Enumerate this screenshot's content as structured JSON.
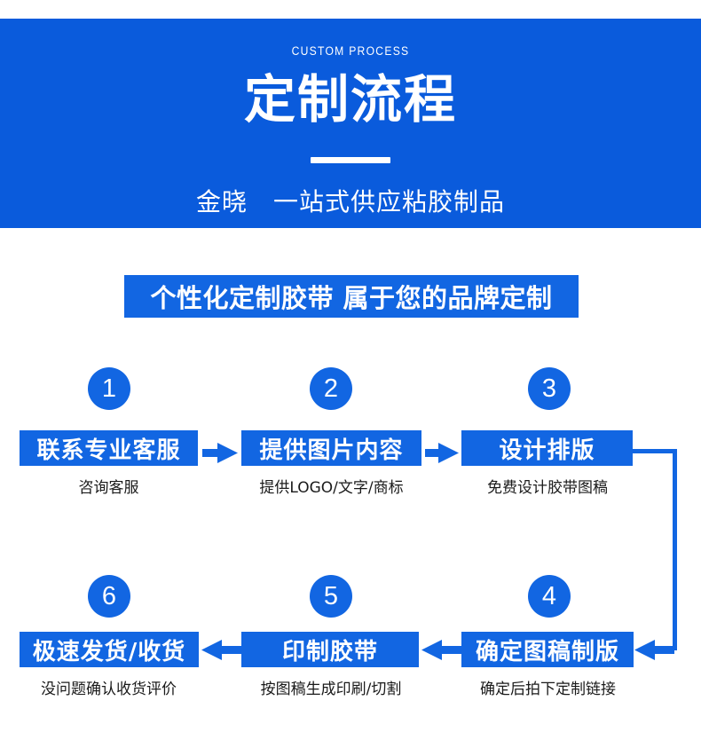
{
  "hero": {
    "eyebrow": "CUSTOM PROCESS",
    "title": "定制流程",
    "subtitle": "金晓　一站式供应粘胶制品",
    "background_color": "#0a5bdc",
    "text_color": "#ffffff"
  },
  "banner": {
    "text": "个性化定制胶带  属于您的品牌定制",
    "background_color": "#1266e2",
    "text_color": "#ffffff"
  },
  "flow": {
    "accent_color": "#1266e2",
    "caption_color": "#1a1a1a",
    "steps": [
      {
        "number": "1",
        "title": "联系专业客服",
        "caption": "咨询客服"
      },
      {
        "number": "2",
        "title": "提供图片内容",
        "caption": "提供LOGO/文字/商标"
      },
      {
        "number": "3",
        "title": "设计排版",
        "caption": "免费设计胶带图稿"
      },
      {
        "number": "4",
        "title": "确定图稿制版",
        "caption": "确定后拍下定制链接"
      },
      {
        "number": "5",
        "title": "印制胶带",
        "caption": "按图稿生成印刷/切割"
      },
      {
        "number": "6",
        "title": "极速发货/收货",
        "caption": "没问题确认收货评价"
      }
    ],
    "connectors": [
      {
        "name": "arrow-step1-to-step2",
        "direction": "right"
      },
      {
        "name": "arrow-step2-to-step3",
        "direction": "right"
      },
      {
        "name": "connector-step3-to-step4",
        "direction": "down-left"
      },
      {
        "name": "arrow-step4-to-step5",
        "direction": "left"
      },
      {
        "name": "arrow-step5-to-step6",
        "direction": "left"
      }
    ]
  }
}
